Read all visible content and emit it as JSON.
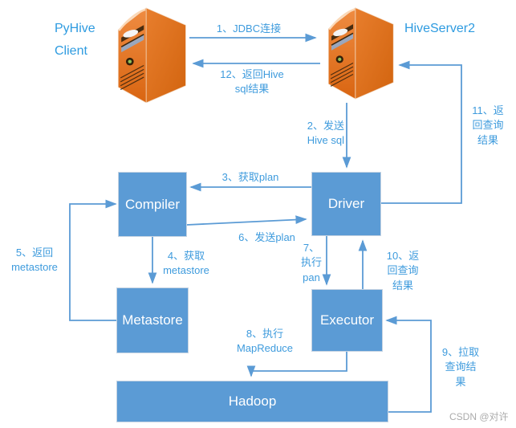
{
  "diagram": {
    "endpoints": {
      "pyhive_client": [
        "PyHive",
        "Client"
      ],
      "hiveserver2": "HiveServer2"
    },
    "nodes": {
      "compiler": "Compiler",
      "driver": "Driver",
      "metastore": "Metastore",
      "executor": "Executor",
      "hadoop": "Hadoop"
    },
    "edges": {
      "jdbc_connect": "1、JDBC连接",
      "send_hive_sql": [
        "2、发送",
        "Hive sql"
      ],
      "get_plan": "3、获取plan",
      "get_metastore": [
        "4、获取",
        "metastore"
      ],
      "return_metastore": [
        "5、返回",
        "metastore"
      ],
      "send_plan": "6、发送plan",
      "execute_plan": [
        "7、",
        "执行",
        "pan"
      ],
      "execute_mapreduce": [
        "8、执行",
        "MapReduce"
      ],
      "pull_query_result": [
        "9、拉取",
        "查询结",
        "果"
      ],
      "return_query_result_to_driver": [
        "10、返",
        "回查询",
        "结果"
      ],
      "return_query_result_to_hiveserver": [
        "11、返",
        "回查询",
        "结果"
      ],
      "return_hive_sql_result": [
        "12、返回Hive",
        "sql结果"
      ]
    },
    "watermark": "CSDN @对许",
    "colors": {
      "node_fill": "#5B9BD5",
      "connector": "#5B9BD5",
      "edge_label_text": "#3E9BDD",
      "endpoint_label_text": "#2E9BE0",
      "server_orange": "#DE6C1A",
      "watermark_gray": "#ABABAB"
    }
  }
}
